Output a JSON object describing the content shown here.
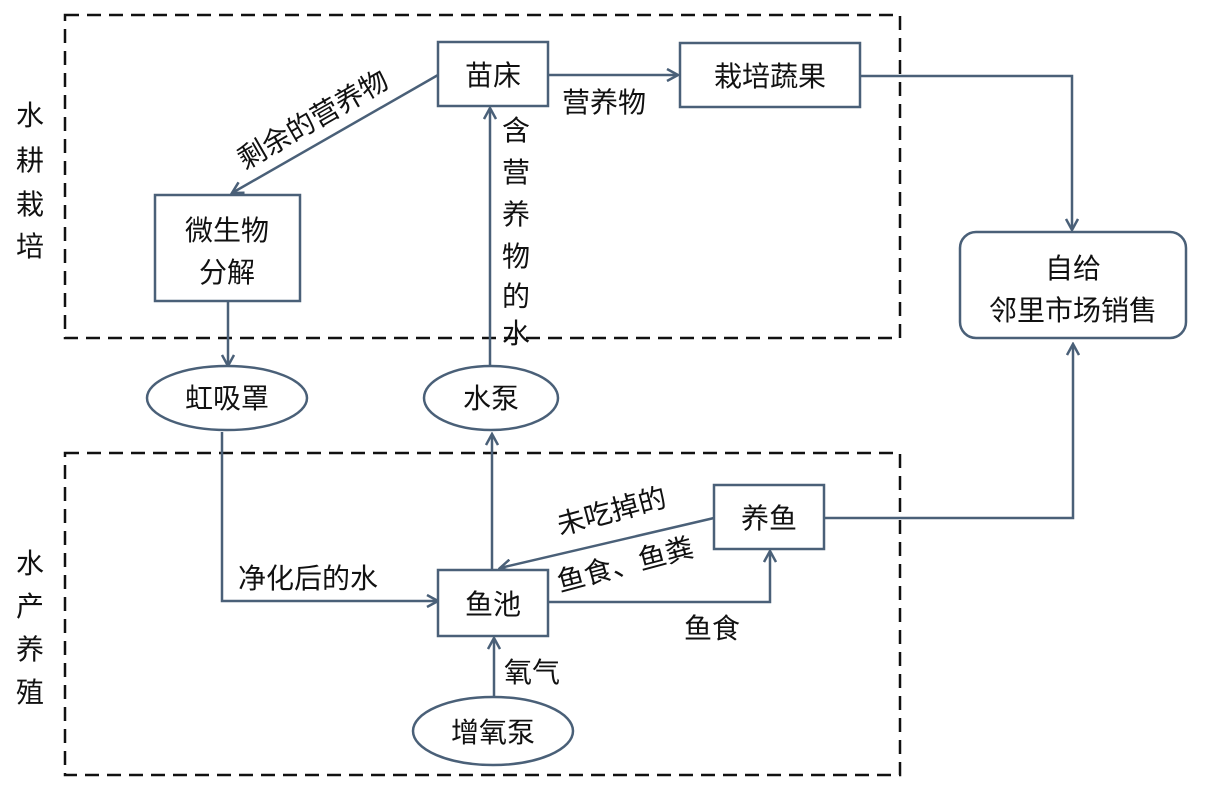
{
  "regions": {
    "hydroponics": {
      "label": [
        "水",
        "耕",
        "栽",
        "培"
      ]
    },
    "aquaculture": {
      "label": [
        "水",
        "产",
        "养",
        "殖"
      ]
    }
  },
  "nodes": {
    "seedbed": "苗床",
    "vegetables": "栽培蔬果",
    "microbe": [
      "微生物",
      "分解"
    ],
    "siphon": "虹吸罩",
    "pump": "水泵",
    "market": [
      "自给",
      "邻里市场销售"
    ],
    "fish_farming": "养鱼",
    "fish_pond": "鱼池",
    "aerator": "增氧泵"
  },
  "edges": {
    "remaining_nutrients": "剩余的营养物",
    "nutrients": "营养物",
    "nutrient_water": [
      "含",
      "营",
      "养",
      "物",
      "的",
      "水"
    ],
    "purified_water": "净化后的水",
    "uneaten_line1": "未吃掉的",
    "uneaten_line2": "鱼食、鱼粪",
    "fish_food": "鱼食",
    "oxygen": "氧气"
  },
  "colors": {
    "line": "#4a6078",
    "dash": "#111111"
  }
}
